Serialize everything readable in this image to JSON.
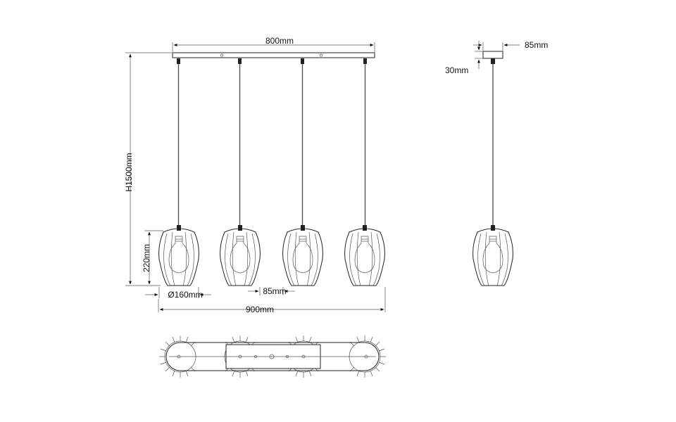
{
  "dimensions": {
    "canopy_width": "800mm",
    "total_height": "H1500mm",
    "shade_height": "220mm",
    "shade_diameter": "Ø160mm",
    "shade_spacing": "85mm",
    "total_width": "900mm",
    "canopy_depth": "85mm",
    "canopy_thickness": "30mm"
  },
  "colors": {
    "line": "#222222",
    "cord": "#555555",
    "background": "#ffffff"
  }
}
